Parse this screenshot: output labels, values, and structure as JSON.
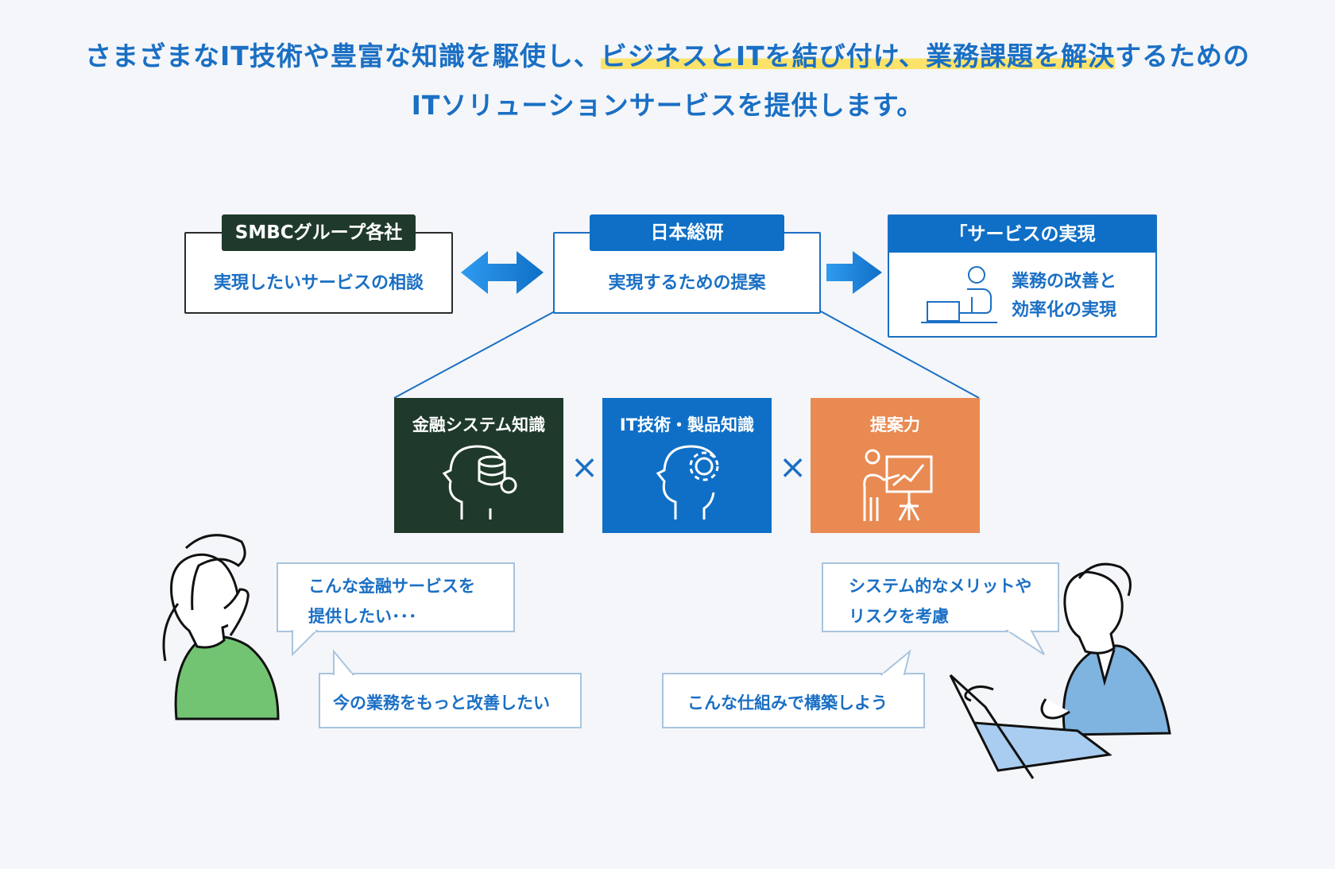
{
  "headline": {
    "line1_pre": "さまざまなIT技術や豊富な知識を駆使し、",
    "line1_highlight": "ビジネスとITを結び付け、業務課題を解決",
    "line1_post": "するための",
    "line2": "ITソリューションサービスを提供します。"
  },
  "client": {
    "tag": "SMBCグループ各社",
    "text": "実現したいサービスの相談"
  },
  "company": {
    "tag": "日本総研",
    "text": "実現するための提案"
  },
  "result": {
    "tag": "「サービスの実現",
    "line1": "業務の改善と",
    "line2": "効率化の実現"
  },
  "skills": [
    {
      "label": "金融システム知識",
      "icon": "head-database-icon",
      "color": "#1f3a2b"
    },
    {
      "label": "IT技術・製品知識",
      "icon": "head-gear-icon",
      "color": "#0f6fc6"
    },
    {
      "label": "提案力",
      "icon": "presenter-chart-icon",
      "color": "#e88a52"
    }
  ],
  "times_symbol": "×",
  "left_bubbles": {
    "top_line1": "こんな金融サービスを",
    "top_line2": "提供したい･･･",
    "bottom": "今の業務をもっと改善したい"
  },
  "right_bubbles": {
    "top_line1": "システム的なメリットや",
    "top_line2": "リスクを考慮",
    "bottom": "こんな仕組みで構築しよう"
  },
  "colors": {
    "blue": "#1a6fc4",
    "dark_green": "#1f3a2b",
    "orange": "#e88a52",
    "highlight": "#fbe36a",
    "woman_sweater": "#72c472",
    "man_suit": "#7fb3e0"
  }
}
